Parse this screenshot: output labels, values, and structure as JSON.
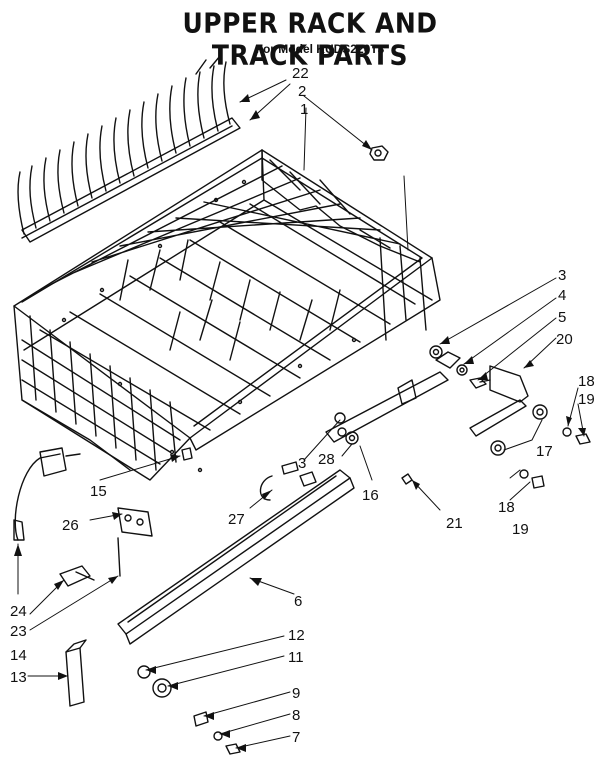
{
  "title": "UPPER RACK AND TRACK PARTS",
  "subtitle": "For Model KUDS220T3",
  "callouts": [
    "22",
    "2",
    "1",
    "3",
    "4",
    "5",
    "20",
    "18",
    "19",
    "17",
    "15",
    "3",
    "28",
    "16",
    "21",
    "18",
    "19",
    "26",
    "27",
    "6",
    "24",
    "23",
    "14",
    "13",
    "12",
    "11",
    "9",
    "8",
    "7"
  ]
}
